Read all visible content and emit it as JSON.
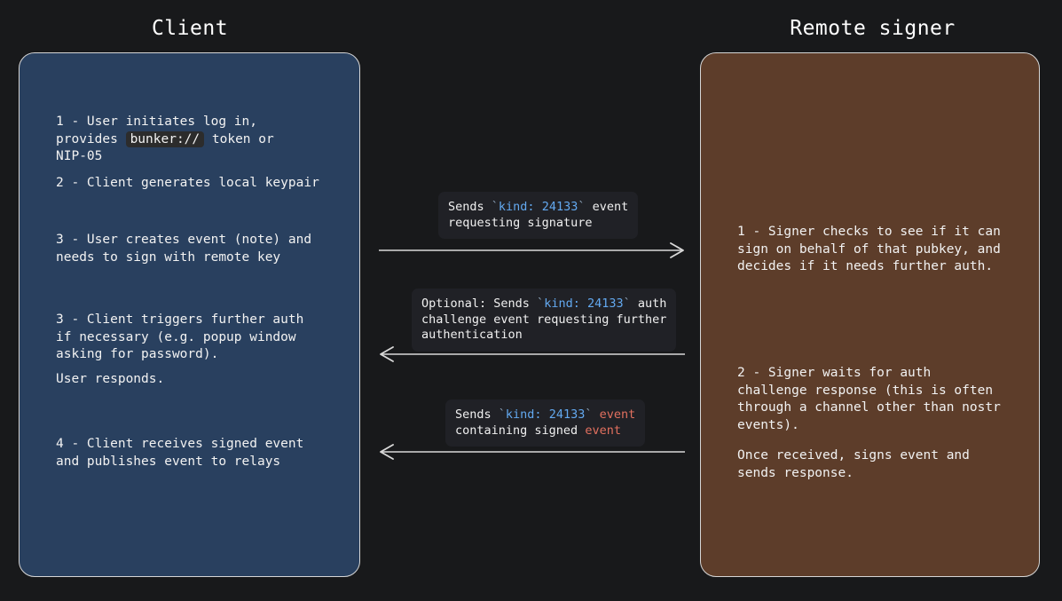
{
  "diagram": {
    "type": "sequence-diagram",
    "background_color": "#18191b",
    "title_left": "Client",
    "title_right": "Remote signer"
  },
  "columns": {
    "client": {
      "title": "Client",
      "box_color": "#29405f",
      "border_color": "#d6d6d6",
      "steps": [
        {
          "id": "c1",
          "pre": "1 - User initiates log in,\nprovides ",
          "chip": "bunker://",
          "post": " token or\nNIP-05"
        },
        {
          "id": "c2",
          "text": "2 - Client generates local keypair"
        },
        {
          "id": "c3",
          "text": "3 - User creates event (note) and\nneeds to sign with remote key"
        },
        {
          "id": "c4",
          "text": "3 - Client triggers further auth\nif necessary (e.g. popup window\nasking for password)."
        },
        {
          "id": "c5",
          "text": "User responds."
        },
        {
          "id": "c6",
          "text": "4 - Client receives signed event\nand publishes event to relays"
        }
      ]
    },
    "signer": {
      "title": "Remote signer",
      "box_color": "#5d3d2a",
      "border_color": "#d6d6d6",
      "steps": [
        {
          "id": "s1",
          "text": "1 - Signer checks to see if it can\nsign on behalf of that pubkey, and\ndecides if it needs further auth."
        },
        {
          "id": "s2",
          "text": "2 - Signer waits for auth\nchallenge response (this is often\nthrough a channel other than nostr\nevents)."
        },
        {
          "id": "s3",
          "text": "Once received, signs event and\nsends response."
        }
      ]
    }
  },
  "messages": [
    {
      "id": "m1",
      "direction": "right",
      "label_bg": "#202126",
      "segments": [
        {
          "text": "Sends ",
          "style": "plain"
        },
        {
          "text": "`",
          "style": "tick"
        },
        {
          "text": "kind: 24133",
          "style": "keyword"
        },
        {
          "text": "`",
          "style": "tick"
        },
        {
          "text": " event\nrequesting signature",
          "style": "plain"
        }
      ],
      "plain_text": "Sends `kind: 24133` event requesting signature"
    },
    {
      "id": "m2",
      "direction": "left",
      "label_bg": "#202126",
      "segments": [
        {
          "text": "Optional: Sends ",
          "style": "plain"
        },
        {
          "text": "`",
          "style": "tick"
        },
        {
          "text": "kind: 24133",
          "style": "keyword"
        },
        {
          "text": "`",
          "style": "tick"
        },
        {
          "text": " auth\nchallenge event requesting further\nauthentication",
          "style": "plain"
        }
      ],
      "plain_text": "Optional: Sends `kind: 24133` auth challenge event requesting further authentication"
    },
    {
      "id": "m3",
      "direction": "left",
      "label_bg": "#202126",
      "segments": [
        {
          "text": "Sends ",
          "style": "plain"
        },
        {
          "text": "`",
          "style": "tick"
        },
        {
          "text": "kind: 24133",
          "style": "keyword"
        },
        {
          "text": "`",
          "style": "tick"
        },
        {
          "text": " ",
          "style": "plain"
        },
        {
          "text": "event",
          "style": "highlight"
        },
        {
          "text": "\ncontaining signed ",
          "style": "plain"
        },
        {
          "text": "event",
          "style": "highlight"
        }
      ],
      "plain_text": "Sends `kind: 24133` event containing signed event"
    }
  ],
  "colors": {
    "keyword_blue": "#63a9f0",
    "highlight_red": "#e2705f",
    "backtick_gray": "#8fa6bd",
    "text_white": "#f2f2f2",
    "arrow_gray": "#d9d9d9",
    "chip_bg": "#2c2c2c"
  }
}
